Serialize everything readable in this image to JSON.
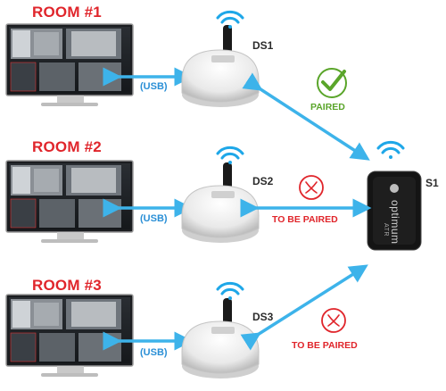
{
  "rooms": [
    {
      "label": "ROOM #1",
      "connection": "(USB)",
      "device": "DS1"
    },
    {
      "label": "ROOM #2",
      "connection": "(USB)",
      "device": "DS2"
    },
    {
      "label": "ROOM #3",
      "connection": "(USB)",
      "device": "DS3"
    }
  ],
  "sensor": {
    "label": "S1",
    "brand_text": "optimum",
    "small_text": "ATR"
  },
  "status": {
    "room1": "PAIRED",
    "room2": "TO BE PAIRED",
    "room3": "TO BE PAIRED"
  },
  "colors": {
    "room_label": "#e0252b",
    "arrow": "#3db3ea",
    "paired": "#5aa52a",
    "not_paired": "#e0252b",
    "wifi": "#1ea7e8"
  },
  "icons": {
    "paired": "check-circle-icon",
    "not_paired": "cross-circle-icon",
    "wireless": "wifi-icon"
  }
}
